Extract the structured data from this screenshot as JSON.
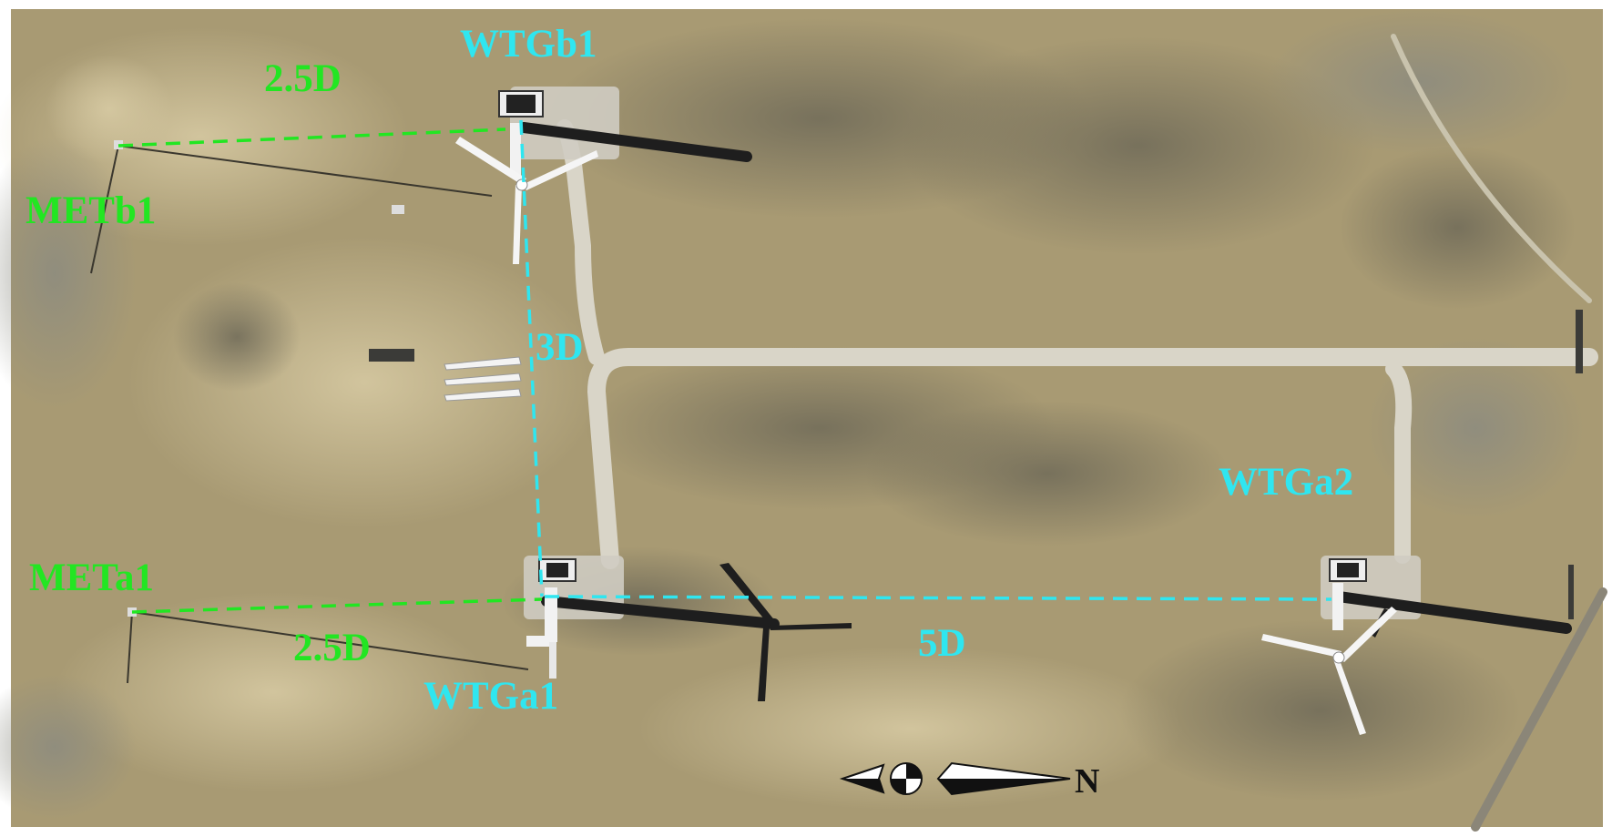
{
  "colors": {
    "green_label": "#22e622",
    "cyan_label": "#2fe6f0",
    "terrain": "#a99a72",
    "road": "#d8d4c8",
    "shadow": "#1a1a1a"
  },
  "labels": {
    "wtgb1": "WTGb1",
    "metb1": "METb1",
    "meta1": "METa1",
    "wtga1": "WTGa1",
    "wtga2": "WTGa2",
    "dist_b": "2.5D",
    "dist_a": "2.5D",
    "dist_3d": "3D",
    "dist_5d": "5D",
    "north": "N"
  },
  "icons": {
    "compass": "north-arrow-icon"
  }
}
